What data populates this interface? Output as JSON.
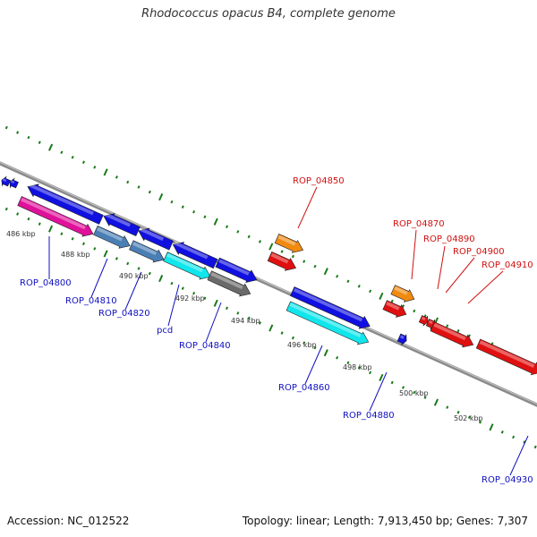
{
  "title": "Rhodococcus opacus B4, complete genome",
  "footer": {
    "accession": "Accession: NC_012522",
    "topology": "Topology: linear; Length: 7,913,450 bp; Genes: 7,307"
  },
  "colors": {
    "blue": "#1010e0",
    "magenta": "#e0109a",
    "steel": "#4a7fb5",
    "cyan": "#10e6ec",
    "gray": "#6a6a6a",
    "orange": "#f08a10",
    "red": "#e01010",
    "tick": "#1a7a1a",
    "backbone": "#8a8a8a",
    "label_blue": "#1010c0",
    "label_red": "#d01010"
  },
  "scale_labels": [
    "486 kbp",
    "488 kbp",
    "490 kbp",
    "492 kbp",
    "494 kbp",
    "496 kbp",
    "498 kbp",
    "500 kbp",
    "502 kbp"
  ],
  "gene_labels": [
    {
      "id": "ROP_04800",
      "color": "blue"
    },
    {
      "id": "ROP_04810",
      "color": "blue"
    },
    {
      "id": "ROP_04820",
      "color": "blue"
    },
    {
      "id": "pcd",
      "color": "blue"
    },
    {
      "id": "ROP_04840",
      "color": "blue"
    },
    {
      "id": "ROP_04850",
      "color": "red"
    },
    {
      "id": "ROP_04860",
      "color": "blue"
    },
    {
      "id": "ROP_04870",
      "color": "red"
    },
    {
      "id": "ROP_04880",
      "color": "blue"
    },
    {
      "id": "ROP_04890",
      "color": "red"
    },
    {
      "id": "ROP_04900",
      "color": "red"
    },
    {
      "id": "ROP_04910",
      "color": "red"
    },
    {
      "id": "ROP_04930",
      "color": "blue"
    }
  ]
}
